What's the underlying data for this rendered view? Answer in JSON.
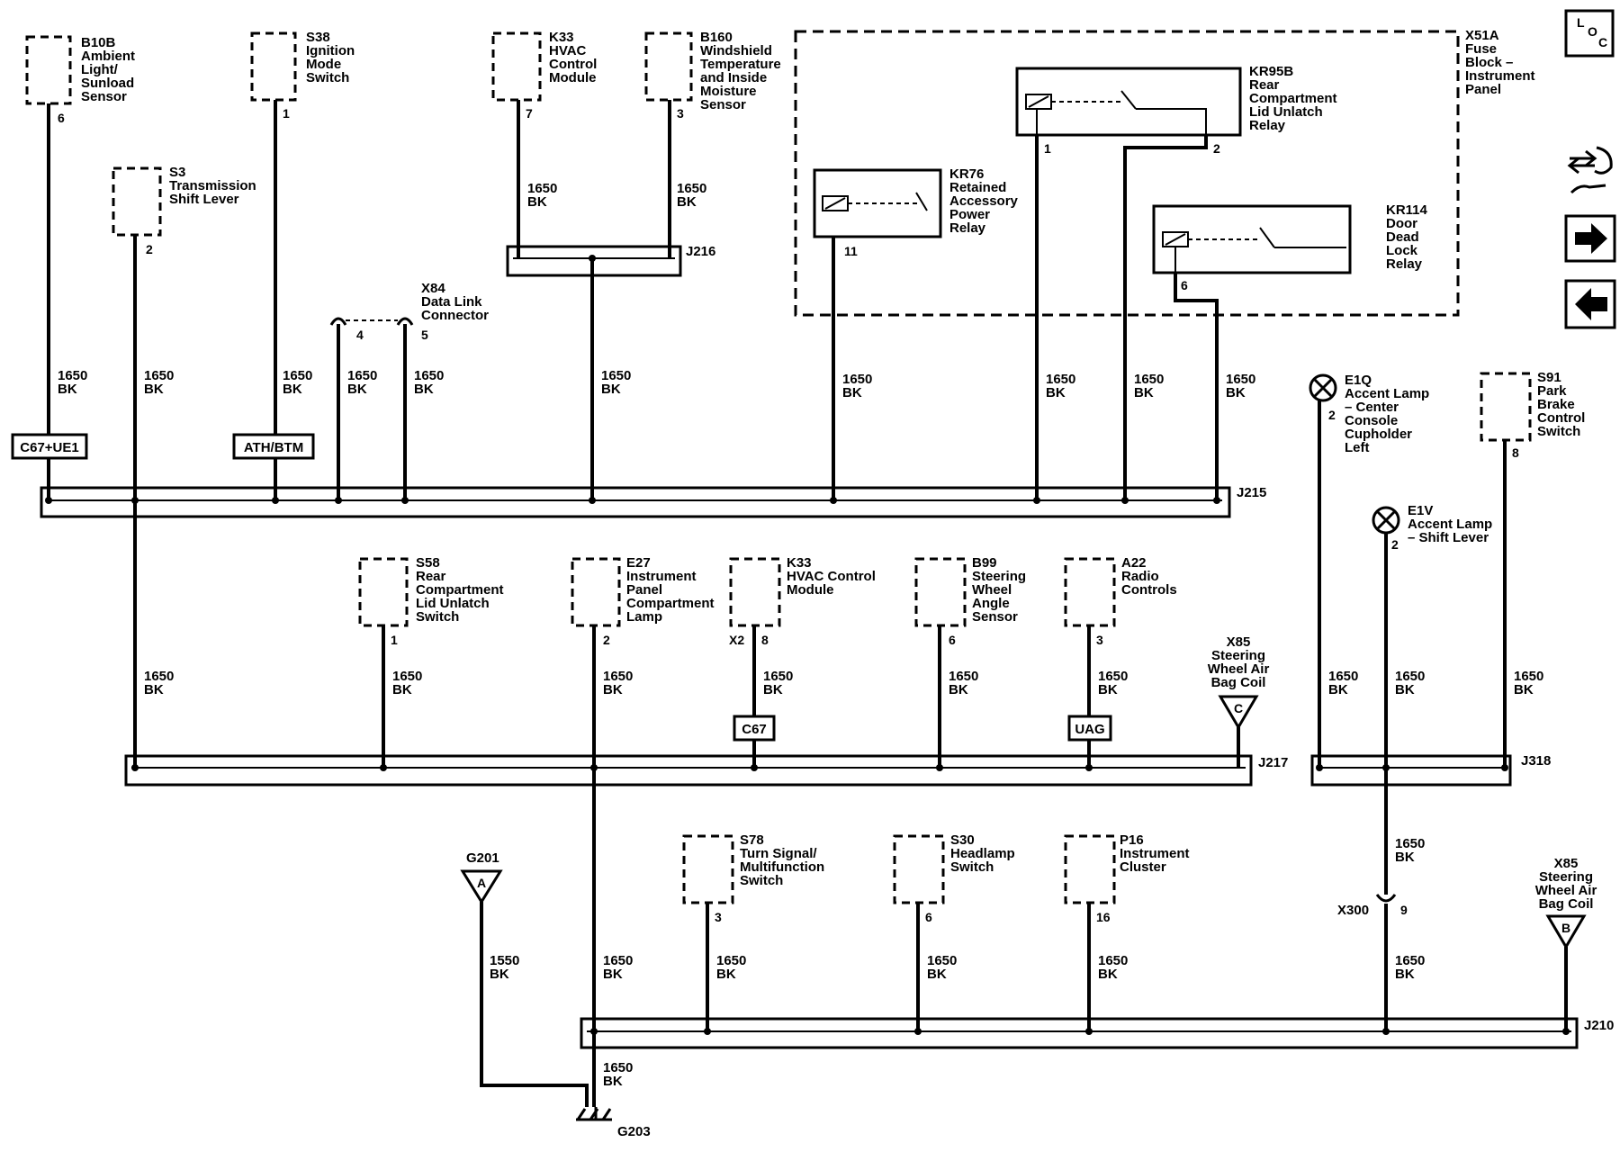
{
  "components": {
    "b10b": {
      "lines": [
        "B10B",
        "Ambient",
        "Light/",
        "Sunload",
        "Sensor"
      ],
      "pin": "6"
    },
    "s38": {
      "lines": [
        "S38",
        "Ignition",
        "Mode",
        "Switch"
      ],
      "pin": "1"
    },
    "k33_top": {
      "lines": [
        "K33",
        "HVAC",
        "Control",
        "Module"
      ],
      "pin": "7"
    },
    "b160": {
      "lines": [
        "B160",
        "Windshield",
        "Temperature",
        "and Inside",
        "Moisture",
        "Sensor"
      ],
      "pin": "3"
    },
    "s3": {
      "lines": [
        "S3",
        "Transmission",
        "Shift Lever"
      ],
      "pin": "2"
    },
    "x84": {
      "lines": [
        "X84",
        "Data Link",
        "Connector"
      ],
      "pin_a": "4",
      "pin_b": "5"
    },
    "x51a": {
      "lines": [
        "X51A",
        "Fuse",
        "Block –",
        "Instrument",
        "Panel"
      ]
    },
    "kr95b": {
      "lines": [
        "KR95B",
        "Rear",
        "Compartment",
        "Lid Unlatch",
        "Relay"
      ],
      "pin_a": "1",
      "pin_b": "2"
    },
    "kr76": {
      "lines": [
        "KR76",
        "Retained",
        "Accessory",
        "Power",
        "Relay"
      ],
      "pin": "11"
    },
    "kr114": {
      "lines": [
        "KR114",
        "Door",
        "Dead",
        "Lock",
        "Relay"
      ],
      "pin": "6"
    },
    "e1q": {
      "lines": [
        "E1Q",
        "Accent Lamp",
        "– Center",
        "Console",
        "Cupholder",
        "Left"
      ],
      "pin": "2"
    },
    "s91": {
      "lines": [
        "S91",
        "Park",
        "Brake",
        "Control",
        "Switch"
      ],
      "pin": "8"
    },
    "e1v": {
      "lines": [
        "E1V",
        "Accent Lamp",
        "– Shift Lever"
      ],
      "pin": "2"
    },
    "s58": {
      "lines": [
        "S58",
        "Rear",
        "Compartment",
        "Lid Unlatch",
        "Switch"
      ],
      "pin": "1"
    },
    "e27": {
      "lines": [
        "E27",
        "Instrument",
        "Panel",
        "Compartment",
        "Lamp"
      ],
      "pin": "2"
    },
    "k33_mid": {
      "lines": [
        "K33",
        "HVAC Control",
        "Module"
      ],
      "pin": "8",
      "conn": "X2"
    },
    "b99": {
      "lines": [
        "B99",
        "Steering",
        "Wheel",
        "Angle",
        "Sensor"
      ],
      "pin": "6"
    },
    "a22": {
      "lines": [
        "A22",
        "Radio",
        "Controls"
      ],
      "pin": "3"
    },
    "x85_c": {
      "lines": [
        "X85",
        "Steering",
        "Wheel Air",
        "Bag Coil"
      ],
      "letter": "C"
    },
    "s78": {
      "lines": [
        "S78",
        "Turn Signal/",
        "Multifunction",
        "Switch"
      ],
      "pin": "3"
    },
    "s30": {
      "lines": [
        "S30",
        "Headlamp",
        "Switch"
      ],
      "pin": "6"
    },
    "p16": {
      "lines": [
        "P16",
        "Instrument",
        "Cluster"
      ],
      "pin": "16"
    },
    "x85_b": {
      "lines": [
        "X85",
        "Steering",
        "Wheel Air",
        "Bag Coil"
      ],
      "letter": "B"
    },
    "g201": {
      "label": "G201",
      "letter": "A"
    },
    "g203": {
      "label": "G203"
    },
    "x300": {
      "label": "X300",
      "pin": "9"
    }
  },
  "splices": {
    "j215": "J215",
    "j216": "J216",
    "j217": "J217",
    "j318": "J318",
    "j210": "J210"
  },
  "options": {
    "c67_ue1": "C67+UE1",
    "ath_btm": "ATH/BTM",
    "c67": "C67",
    "uag": "UAG"
  },
  "wires": {
    "gauge": "1650",
    "gauge_g201": "1550",
    "color": "BK"
  },
  "nav": {
    "loc_letters": [
      "L",
      "O",
      "C"
    ],
    "icons": [
      "component-location-icon",
      "harness-routing-icon",
      "next-page-arrow-icon",
      "previous-page-arrow-icon"
    ]
  }
}
